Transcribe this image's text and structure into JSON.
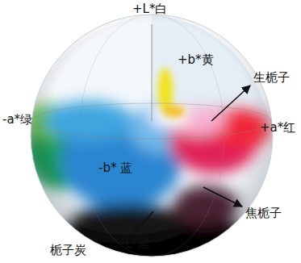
{
  "diagram": {
    "labels": [
      "+L*白",
      "+b*黄",
      "生栀子",
      "-a*绿",
      "+a*红",
      "-b* 蓝",
      "焦栀子",
      "-L*黑",
      "栀子炭"
    ]
  }
}
